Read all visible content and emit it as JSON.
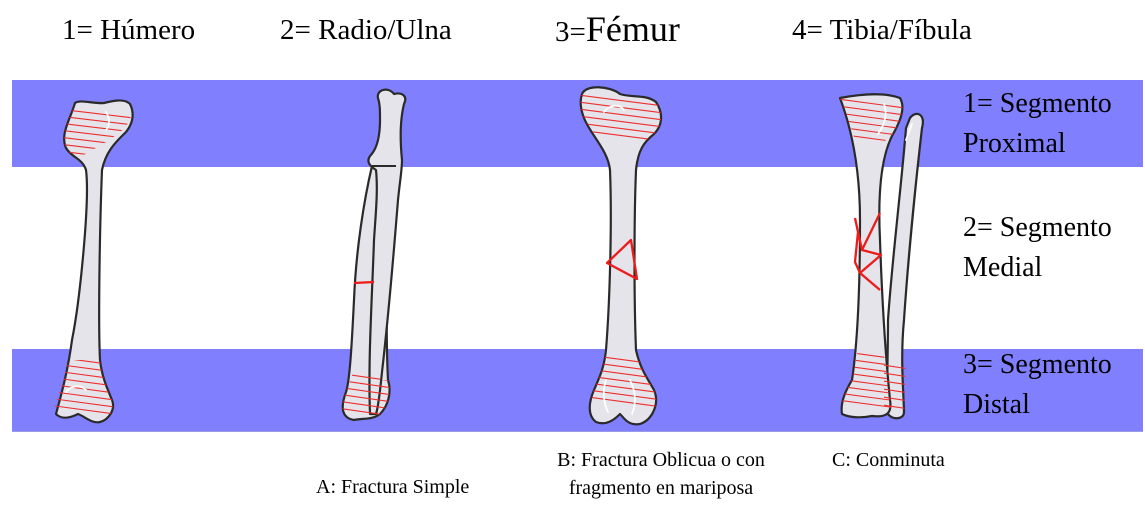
{
  "bones": {
    "humerus": "1= Húmero",
    "radius_ulna": "2= Radio/Ulna",
    "femur_num": "3=",
    "femur_name": "Fémur",
    "tibia_fibula": "4= Tibia/Fíbula"
  },
  "segments": {
    "proximal": {
      "line1": "1= Segmento",
      "line2": "Proximal"
    },
    "medial": {
      "line1": "2= Segmento",
      "line2": "Medial"
    },
    "distal": {
      "line1": "3= Segmento",
      "line2": "Distal"
    }
  },
  "fractures": {
    "a": "A: Fractura Simple",
    "b_line1": "B: Fractura Oblicua o con",
    "b_line2": "fragmento en mariposa",
    "c": "C: Conminuta"
  },
  "colors": {
    "band": "#8080ff",
    "bone_fill": "#e4e4ea",
    "fracture_red": "#ee2d2d"
  }
}
